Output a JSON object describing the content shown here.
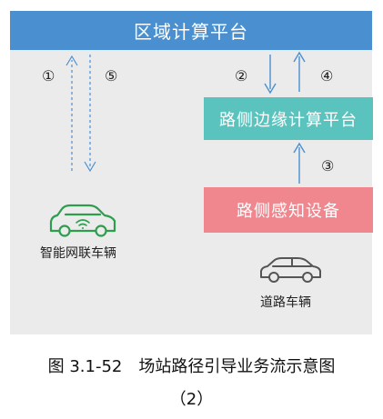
{
  "diagram": {
    "top_platform": "区域计算平台",
    "edge_platform": "路侧边缘计算平台",
    "sensing_device": "路侧感知设备",
    "connected_vehicle_label": "智能网联车辆",
    "road_vehicle_label": "道路车辆",
    "steps": {
      "s1": "①",
      "s2": "②",
      "s3": "③",
      "s4": "④",
      "s5": "⑤"
    }
  },
  "colors": {
    "top_platform": "#4a90d0",
    "edge_platform": "#5bc3bd",
    "sensing_device": "#f0878f",
    "dashed_arrow": "#4a90d0",
    "solid_arrow": "#4a90d0",
    "connected_vehicle_icon": "#2e9e4e",
    "road_vehicle_icon": "#555555"
  },
  "caption": {
    "line1": "图 3.1-52　场站路径引导业务流示意图",
    "line2": "（2）"
  }
}
